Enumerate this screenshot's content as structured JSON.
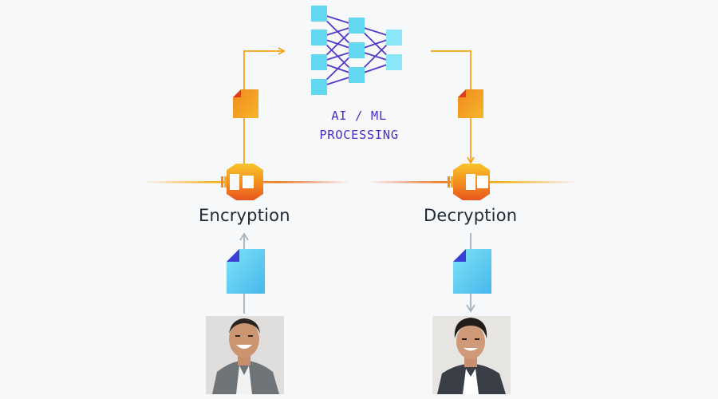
{
  "diagram": {
    "processing_line1": "AI / ML",
    "processing_line2": "PROCESSING",
    "encryption_label": "Encryption",
    "decryption_label": "Decryption"
  },
  "colors": {
    "background": "#f7f8fa",
    "orange": "#f59e1a",
    "orange_dark": "#e8541e",
    "purple": "#4a2fc9",
    "cyan": "#5fd8f0",
    "blue": "#3b7be0",
    "gray_arrow": "#a6b2c0",
    "label_text": "#1f2a36"
  },
  "icons": {
    "neural_network": "neural-network-icon",
    "encrypted_file": "orange-file-icon",
    "plain_file": "blue-file-icon",
    "crypto_chip": "encryption-chip-icon",
    "person": "person-portrait"
  }
}
